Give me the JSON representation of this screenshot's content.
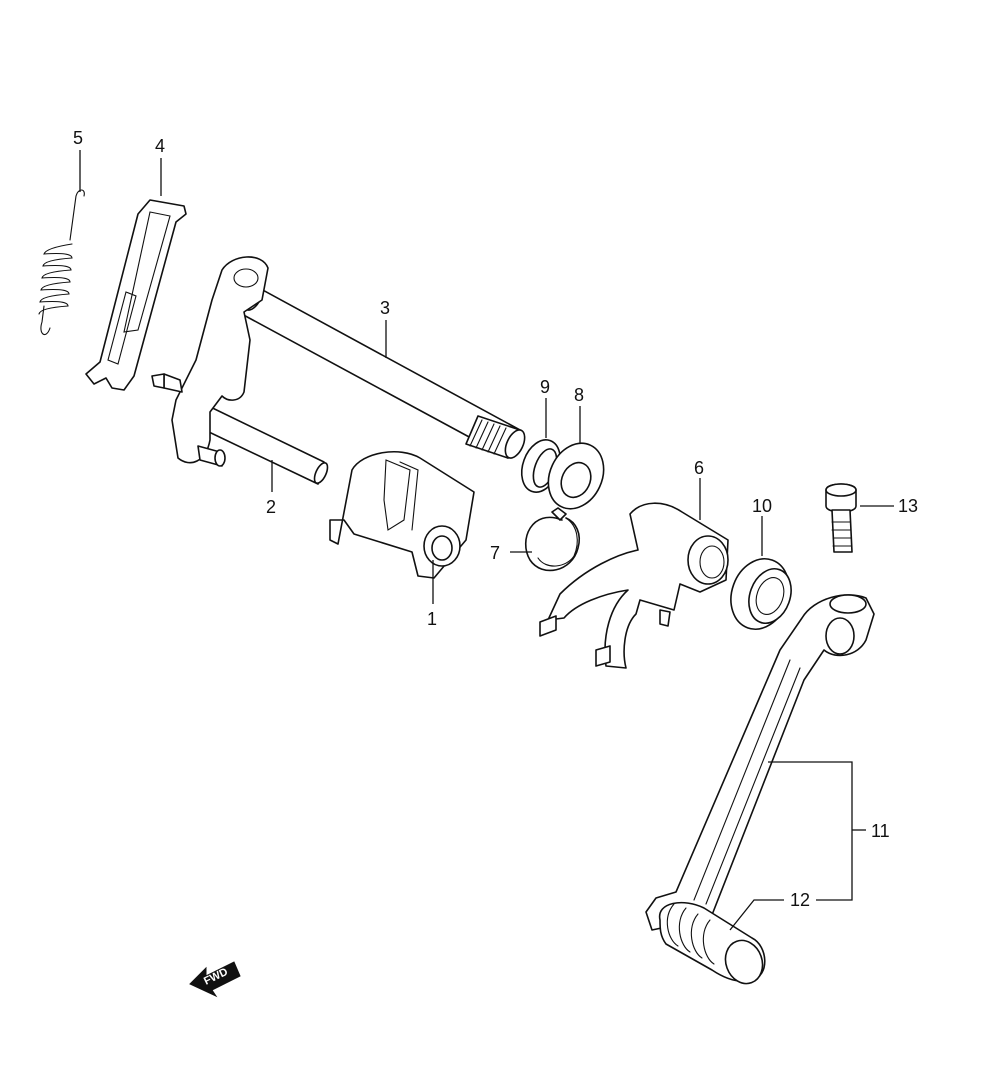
{
  "callouts": {
    "c1": "1",
    "c2": "2",
    "c3": "3",
    "c4": "4",
    "c5": "5",
    "c6": "6",
    "c7": "7",
    "c8": "8",
    "c9": "9",
    "c10": "10",
    "c11": "11",
    "c12": "12",
    "c13": "13"
  },
  "fwd_label": "FWD",
  "colors": {
    "line": "#111111",
    "background": "#ffffff"
  }
}
